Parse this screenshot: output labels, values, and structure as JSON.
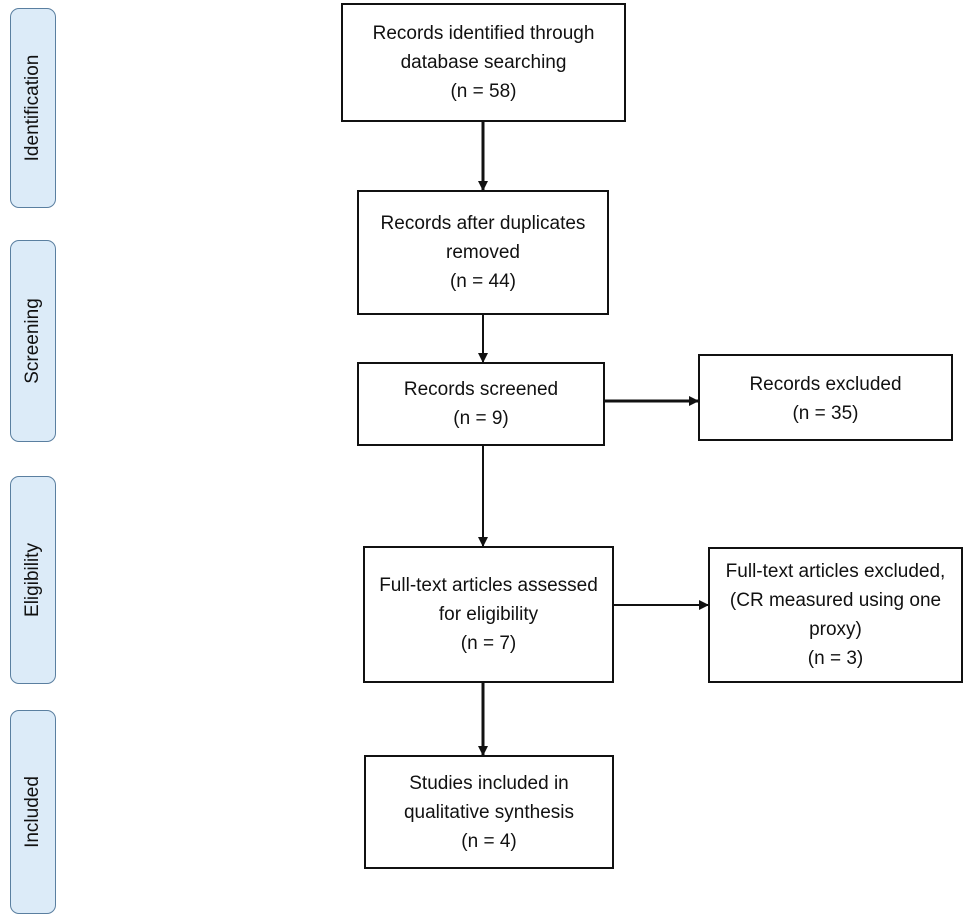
{
  "stages": {
    "identification": "Identification",
    "screening": "Screening",
    "eligibility": "Eligibility",
    "included": "Included"
  },
  "boxes": {
    "identified": {
      "lines": [
        "Records identified through",
        "database searching",
        "(n = 58)"
      ]
    },
    "deduplicated": {
      "lines": [
        "Records after duplicates",
        "removed",
        "(n = 44)"
      ]
    },
    "screened": {
      "lines": [
        "Records screened",
        "(n = 9)"
      ]
    },
    "excluded": {
      "lines": [
        "Records excluded",
        "(n = 35)"
      ]
    },
    "assessed": {
      "lines": [
        "Full-text articles assessed",
        "for eligibility",
        "(n = 7)"
      ]
    },
    "fulltext_excluded": {
      "lines": [
        "Full-text articles excluded,",
        "(CR measured using one",
        "proxy)",
        "(n = 3)"
      ]
    },
    "included": {
      "lines": [
        "Studies included in",
        "qualitative synthesis",
        "(n = 4)"
      ]
    }
  }
}
